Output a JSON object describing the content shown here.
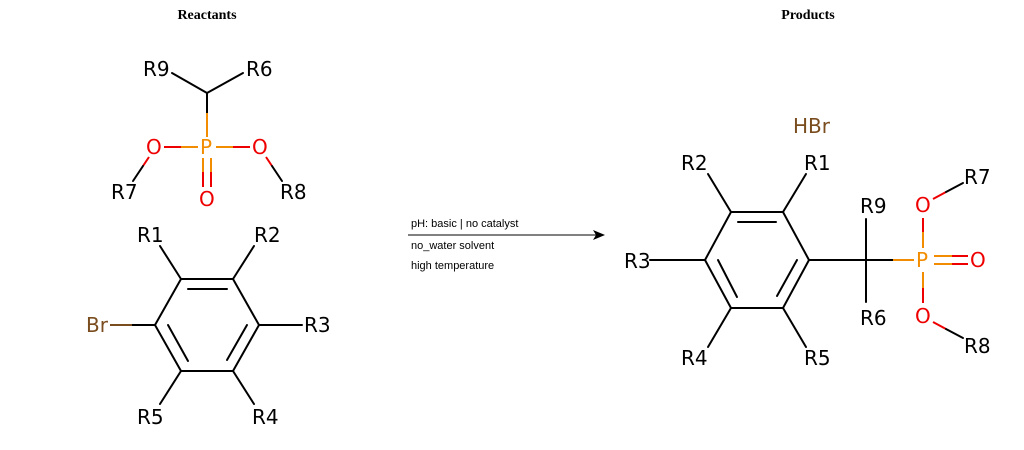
{
  "headers": {
    "reactants": "Reactants",
    "products": "Products"
  },
  "conditions": [
    "pH: basic | no catalyst",
    "no_water solvent",
    "high temperature"
  ],
  "atoms": {
    "R1": "R1",
    "R2": "R2",
    "R3": "R3",
    "R4": "R4",
    "R5": "R5",
    "R6": "R6",
    "R7": "R7",
    "R8": "R8",
    "R9": "R9",
    "P": "P",
    "O": "O",
    "Br": "Br",
    "HBr": "HBr"
  },
  "colors": {
    "oxygen": "#ee0000",
    "phosphorus": "#f28c00",
    "bromine": "#7a4d1f",
    "bond": "#000000"
  }
}
